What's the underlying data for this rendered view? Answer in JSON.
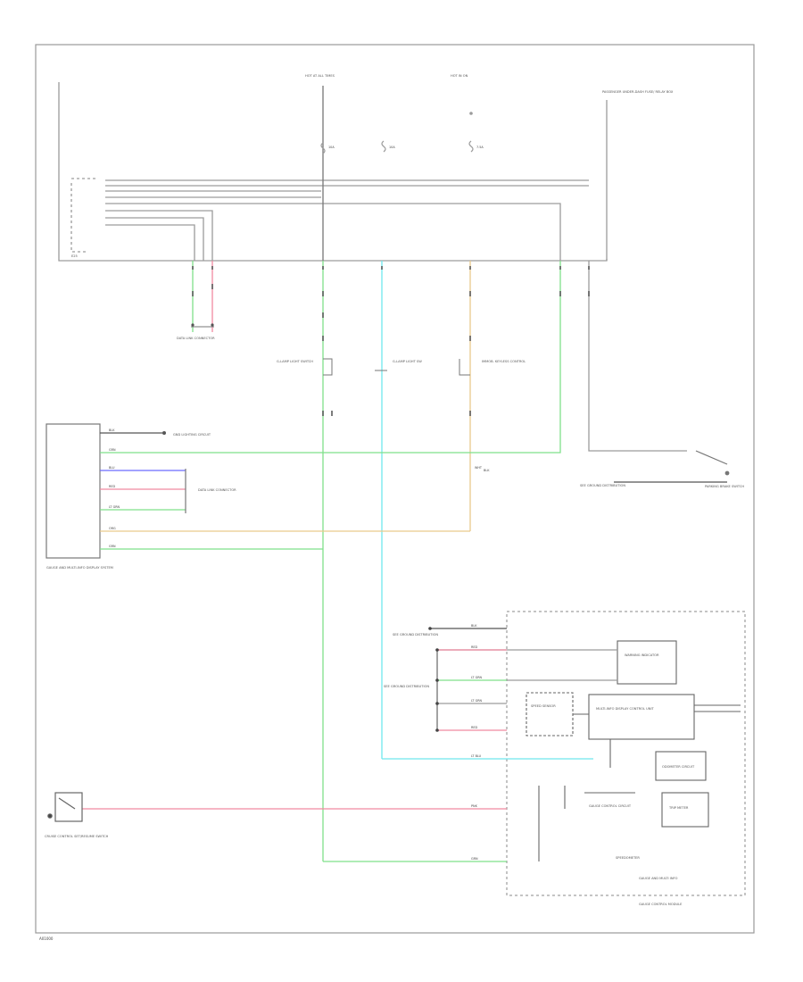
{
  "colors": {
    "frame": "#9a9a9a",
    "wire_gray": "#9c9c9c",
    "wire_dark": "#555555",
    "green": "#7fe08a",
    "red": "#f08aa0",
    "blue": "#6b6bff",
    "cyan": "#6fe8ee",
    "orange": "#e9c98c"
  },
  "labels": {
    "top_fuse_a": "HOT AT ALL TIMES",
    "top_fuse_b": "HOT IN ON",
    "right_box": "PASSENGER UNDER-DASH FUSE/ RELAY BOX",
    "top_conn": "E25",
    "splice_left": "DATA LINK CONNECTOR",
    "splice_mid_a": "G-LAMP LIGHT SWITCH",
    "splice_mid_b": "G-LAMP LIGHT SW",
    "splice_mid_c": "IMMOB. KEYLESS CONTROL",
    "left_box": "GAUGE AND MULTI-INFO DISPLAY SYSTEM",
    "left_ref_top": "GND LIGHTING CIRCUIT",
    "left_splice": "DATA LINK CONNECTOR",
    "right_switch": "PARKING BRAKE SWITCH",
    "right_ref": "SEE GROUND DISTRIBUTION",
    "gnd_a": "SEE GROUND DISTRIBUTION",
    "gnd_b": "SEE GROUND DISTRIBUTION",
    "module_a": "WARNING INDICATOR",
    "module_b": "MULTI-INFO DISPLAY CONTROL UNIT",
    "module_c": "ODOMETER CIRCUIT",
    "module_d": "GAUGE CONTROL CIRCUIT",
    "module_e": "TRIP METER",
    "module_f": "SPEED SENSOR",
    "module_g": "SPEEDOMETER",
    "module_h": "GAUGE AND MULTI INFO",
    "bottom_switch": "CRUISE CONTROL SET/RESUME SWITCH",
    "module_box": "GAUGE CONTROL MODULE",
    "footer": "A01000"
  },
  "wire_codes": [
    "BLK",
    "GRN",
    "BLU",
    "RED",
    "LT GRN",
    "ORG",
    "GRN",
    "BLK",
    "RED",
    "LT GRN",
    "LT GRN",
    "RED",
    "LT BLU",
    "PNK",
    "GRN",
    "10A",
    "10A",
    "7.5A",
    "BLK",
    "WHT"
  ]
}
